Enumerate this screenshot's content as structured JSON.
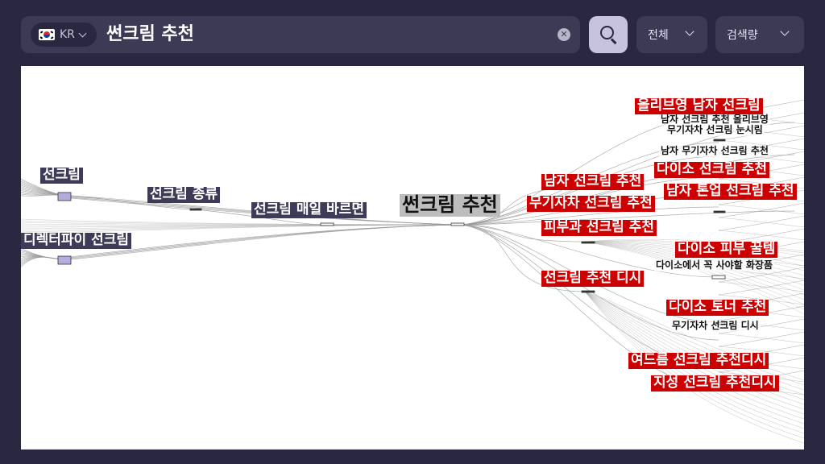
{
  "search": {
    "country_code": "KR",
    "query": "썬크림 추천",
    "clear_icon": "close-circle-icon",
    "search_icon": "search-icon"
  },
  "filters": {
    "scope": "전체",
    "sort": "검색량"
  },
  "graph": {
    "center": "썬크림 추천",
    "left_nodes": [
      "선크림",
      "선크림 종류",
      "선크림 매일 바르면",
      "디렉터파이 선크림"
    ],
    "right_highlight": [
      "올리브영 남자 선크림",
      "다이소 선크림 추천",
      "남자 선크림 추천",
      "남자 톤업 선크림 추천",
      "무기자차 선크림 추천",
      "피부과 선크림 추천",
      "다이소 피부 꿀템",
      "선크림 추천 디시",
      "다이소 토너 추천",
      "여드름 선크림 추천디시",
      "지성 선크림 추천디시"
    ],
    "right_plain": [
      "남자 선크림 추천 올리브영",
      "무기자차 선크림 눈시림",
      "남자 무기자차 선크림 추천",
      "다이소에서 꼭 사야할 화장품",
      "무기자차 선크림 디시"
    ],
    "colors": {
      "highlight": "#cc0000",
      "dark_label": "#3d3b57",
      "center_label": "#bdbdbd",
      "edge": "#9a9a9a"
    }
  }
}
